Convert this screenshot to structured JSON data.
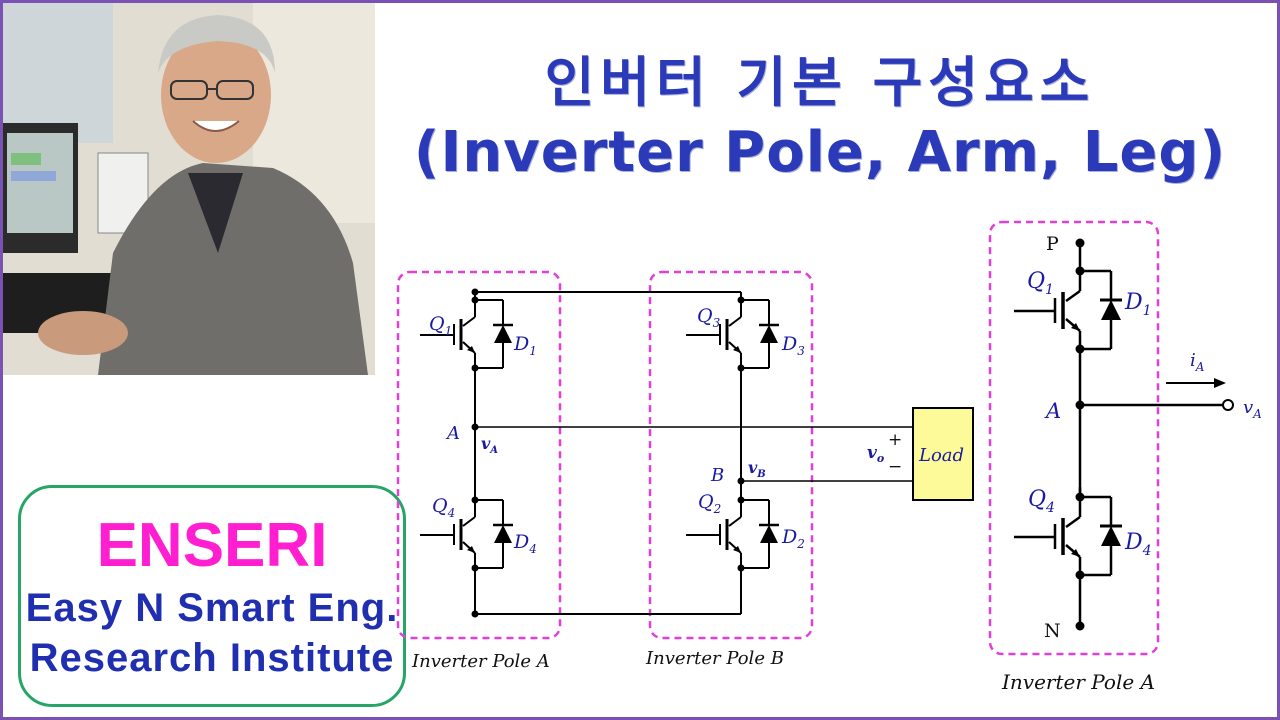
{
  "title": {
    "korean": "인버터 기본 구성요소",
    "english": "(Inverter Pole, Arm, Leg)"
  },
  "logo": {
    "name": "ENSERI",
    "line1": "Easy N Smart Eng.",
    "line2": "Research Institute"
  },
  "full_bridge": {
    "pole_a": {
      "upper_switch": "Q",
      "upper_switch_sub": "1",
      "upper_diode": "D",
      "upper_diode_sub": "1",
      "lower_switch": "Q",
      "lower_switch_sub": "4",
      "lower_diode": "D",
      "lower_diode_sub": "4",
      "node": "A",
      "voltage": "v",
      "voltage_sub": "A",
      "caption": "Inverter Pole A"
    },
    "pole_b": {
      "upper_switch": "Q",
      "upper_switch_sub": "3",
      "upper_diode": "D",
      "upper_diode_sub": "3",
      "lower_switch": "Q",
      "lower_switch_sub": "2",
      "lower_diode": "D",
      "lower_diode_sub": "2",
      "node": "B",
      "voltage": "v",
      "voltage_sub": "B",
      "caption": "Inverter Pole B"
    },
    "load": {
      "label": "Load",
      "voltage": "v",
      "voltage_sub": "o",
      "plus": "+",
      "minus": "−"
    }
  },
  "single_pole": {
    "positive_rail": "P",
    "negative_rail": "N",
    "upper_switch": "Q",
    "upper_switch_sub": "1",
    "upper_diode": "D",
    "upper_diode_sub": "1",
    "lower_switch": "Q",
    "lower_switch_sub": "4",
    "lower_diode": "D",
    "lower_diode_sub": "4",
    "node": "A",
    "current": "i",
    "current_sub": "A",
    "voltage": "v",
    "voltage_sub": "A",
    "caption": "Inverter Pole A"
  },
  "colors": {
    "title": "#2a3ab8",
    "logo_name": "#ff1fd0",
    "logo_text": "#1f2fb0",
    "logo_border": "#27a567",
    "dashed_box": "#e040d8",
    "load_fill": "#fdfa9a",
    "frame": "#7a52b3"
  }
}
